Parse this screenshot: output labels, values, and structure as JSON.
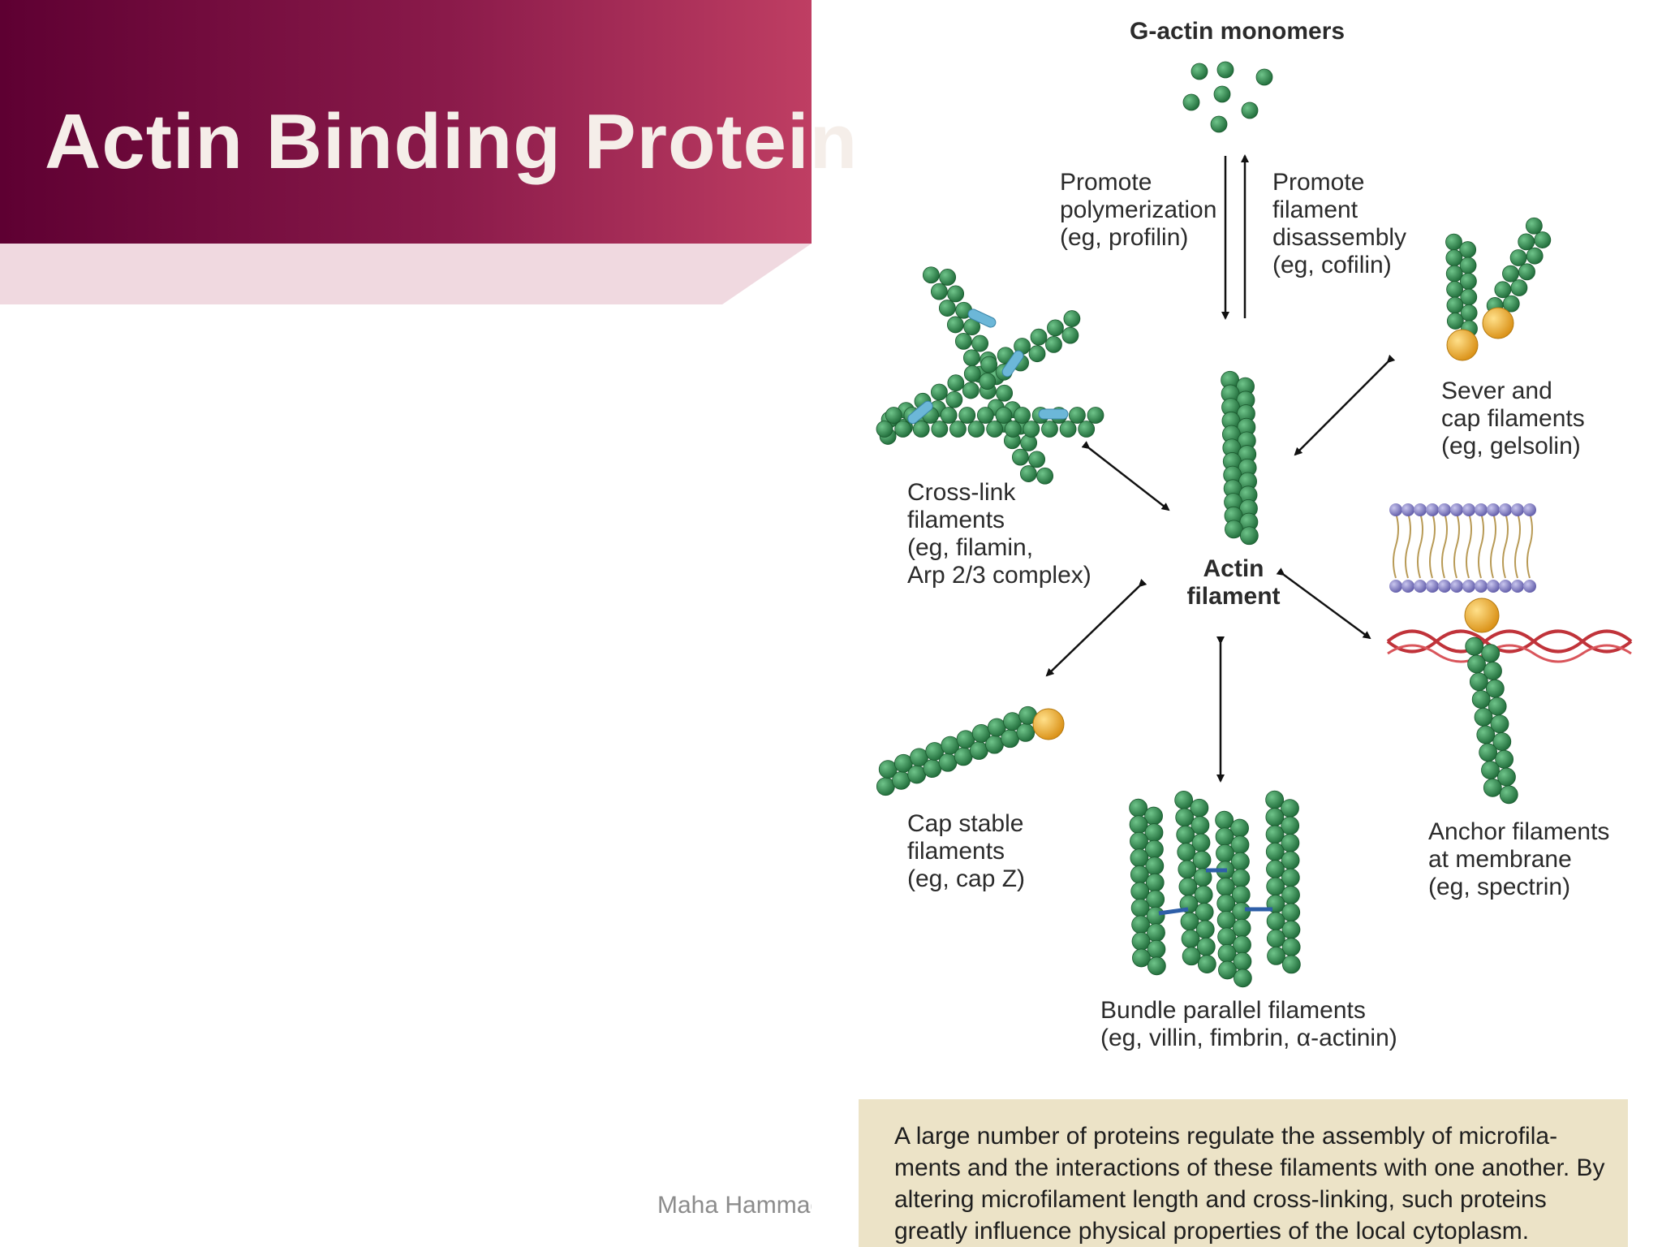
{
  "slide": {
    "title": "Actin Binding Protein",
    "footer": "Maha Hammad"
  },
  "figure": {
    "monomers_label": "G-actin monomers",
    "polymerize_label": "Promote\npolymerization\n(eg, profilin)",
    "disassemble_label": "Promote\nfilament\ndisassembly\n(eg, cofilin)",
    "crosslink_label": "Cross-link\nfilaments\n(eg, filamin,\nArp 2/3 complex)",
    "center_label": "Actin\nfilament",
    "sever_label": "Sever and\ncap filaments\n(eg, gelsolin)",
    "cap_label": "Cap stable\nfilaments\n(eg, cap Z)",
    "bundle_label": "Bundle parallel filaments\n(eg, villin, fimbrin, α-actinin)",
    "anchor_label": "Anchor filaments\nat membrane\n(eg, spectrin)",
    "caption": "A large number of proteins regulate the assembly of microfila-ments and the interactions of these filaments with one another. By altering microfilament length and cross-linking, such proteins greatly influence physical properties of the local cytoplasm.",
    "colors": {
      "actin": "#2f8a4e",
      "cap_protein": "#f0b43a",
      "crosslinker": "#6cb7d8",
      "spectrin": "#c0333a",
      "membrane_head": "#8a86c8",
      "caption_bg": "#ece3c7"
    }
  }
}
